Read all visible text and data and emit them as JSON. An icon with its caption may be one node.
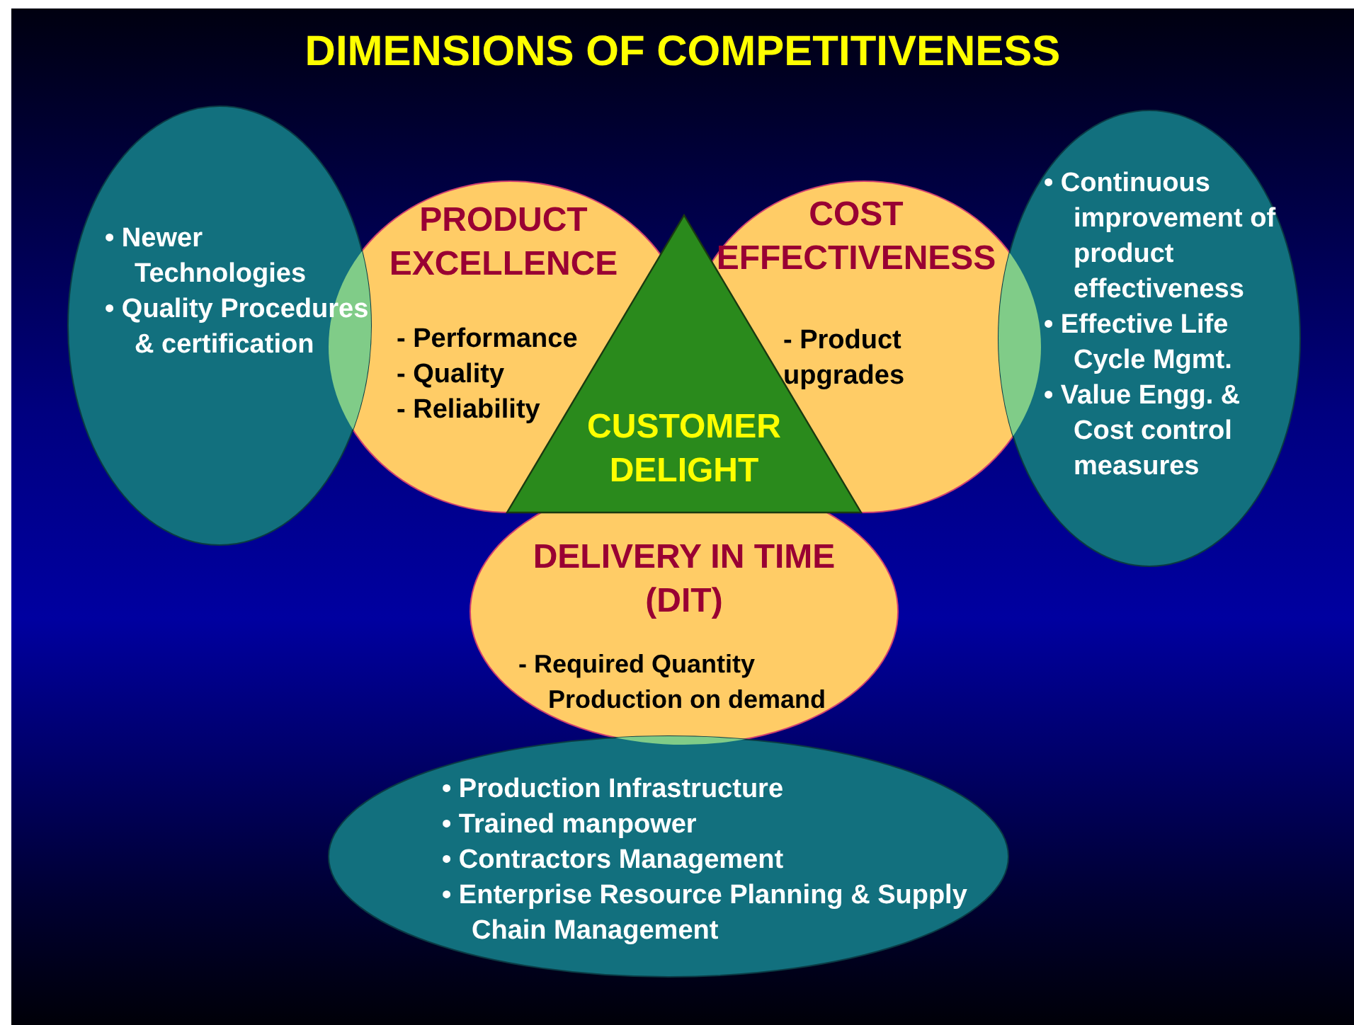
{
  "diagram": {
    "title": "DIMENSIONS OF COMPETITIVENESS",
    "nodes": [
      {
        "text": [
          "• Newer Technologies",
          "• Quality Procedures & certification"
        ]
      },
      {
        "text": [
          "PRODUCT EXCELLENCE",
          "- Performance",
          "- Quality",
          "- Reliability"
        ]
      },
      {
        "text": [
          "COST EFFECTIVENESS",
          "- Product upgrades"
        ]
      },
      {
        "text": [
          "• Continuous improvement of product effectiveness",
          "• Effective Life Cycle Mgmt.",
          "• Value Engg. & Cost control measures"
        ]
      },
      {
        "text": [
          "CUSTOMER DELIGHT"
        ]
      },
      {
        "text": [
          "DELIVERY IN TIME (DIT)",
          "- Required Quantity Production on demand"
        ]
      },
      {
        "text": [
          "• Production Infrastructure",
          "• Trained manpower",
          "• Contractors Management",
          "• Enterprise Resource Planning & Supply Chain Management"
        ]
      }
    ]
  }
}
